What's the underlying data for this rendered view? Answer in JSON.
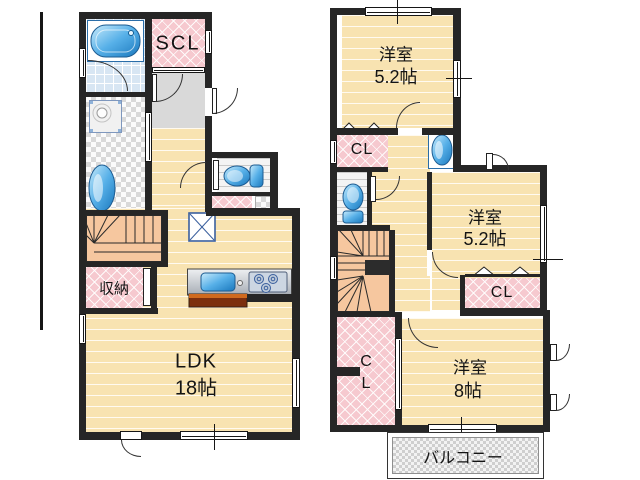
{
  "floor1": {
    "shoe_closet": "SCL",
    "storage": "収納",
    "ldk_name": "LDK",
    "ldk_size": "18帖"
  },
  "floor2": {
    "room_top_name": "洋室",
    "room_top_size": "5.2帖",
    "closet_top": "CL",
    "room_mid_name": "洋室",
    "room_mid_size": "5.2帖",
    "closet_mid": "CL",
    "closet_tall_line1": "C",
    "closet_tall_line2": "L",
    "room_bottom_name": "洋室",
    "room_bottom_size": "8帖",
    "balcony": "バルコニー"
  },
  "colors": {
    "wall": "#262626",
    "wood_floor": "#f8e3b1",
    "closet_pink": "#f6c9cf",
    "hall_gray": "#d9d9d9",
    "stairs_orange": "#f6c79f",
    "fixture_blue": "#2e8fd0",
    "counter_brown": "#7c2f0e"
  },
  "icons": {
    "bathtub": "bathtub-icon",
    "washing_machine": "washing-machine-icon",
    "vanity_sink": "vanity-sink-icon",
    "toilet": "toilet-icon",
    "kitchen_counter": "kitchen-counter-icon",
    "crossed_box": "crossed-box-icon",
    "hand_wash_sink": "hand-wash-sink-icon"
  }
}
